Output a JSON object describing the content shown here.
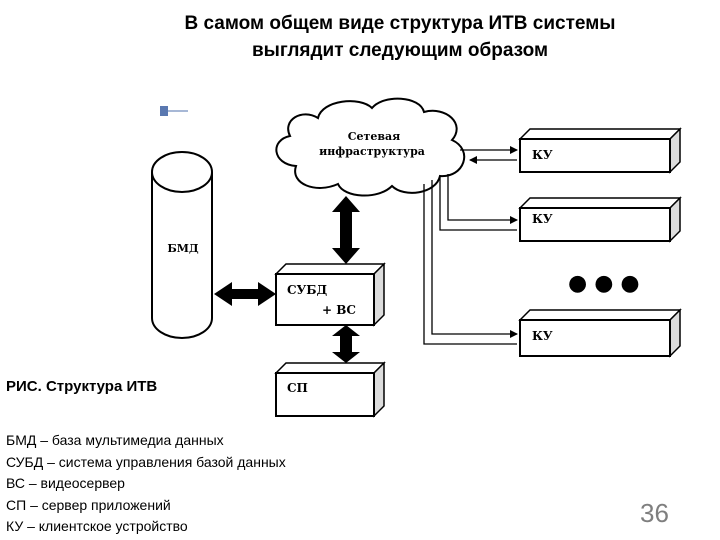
{
  "slide": {
    "title_line1": "В самом общем виде структура ИТВ системы",
    "title_line2": "выглядит следующим образом",
    "caption": "РИС.  Структура  ИТВ",
    "legend": [
      "БМД – база мультимедиа данных",
      "СУБД – система управления базой данных",
      "ВС – видеосервер",
      "СП – сервер приложений",
      "КУ – клиентское устройство"
    ],
    "page_number": "36"
  },
  "diagram": {
    "network_line1": "Сетевая",
    "network_line2": "инфраструктура",
    "database": "БМД",
    "dbms_line1": "СУБД",
    "dbms_line2": "+ ВС",
    "app_server": "СП",
    "client_1": "КУ",
    "client_2": "КУ",
    "client_3": "КУ",
    "ellipsis": "● ● ●"
  }
}
